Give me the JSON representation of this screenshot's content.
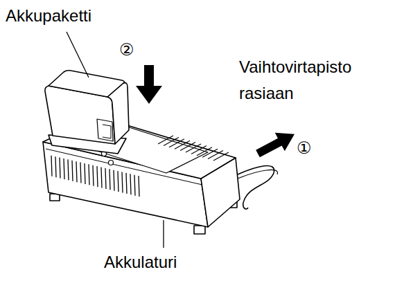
{
  "diagram": {
    "labels": [
      "Akkupaketti",
      "②",
      "Vaihtovirtapisto rasiaan",
      "①",
      "Akkulaturi"
    ]
  }
}
